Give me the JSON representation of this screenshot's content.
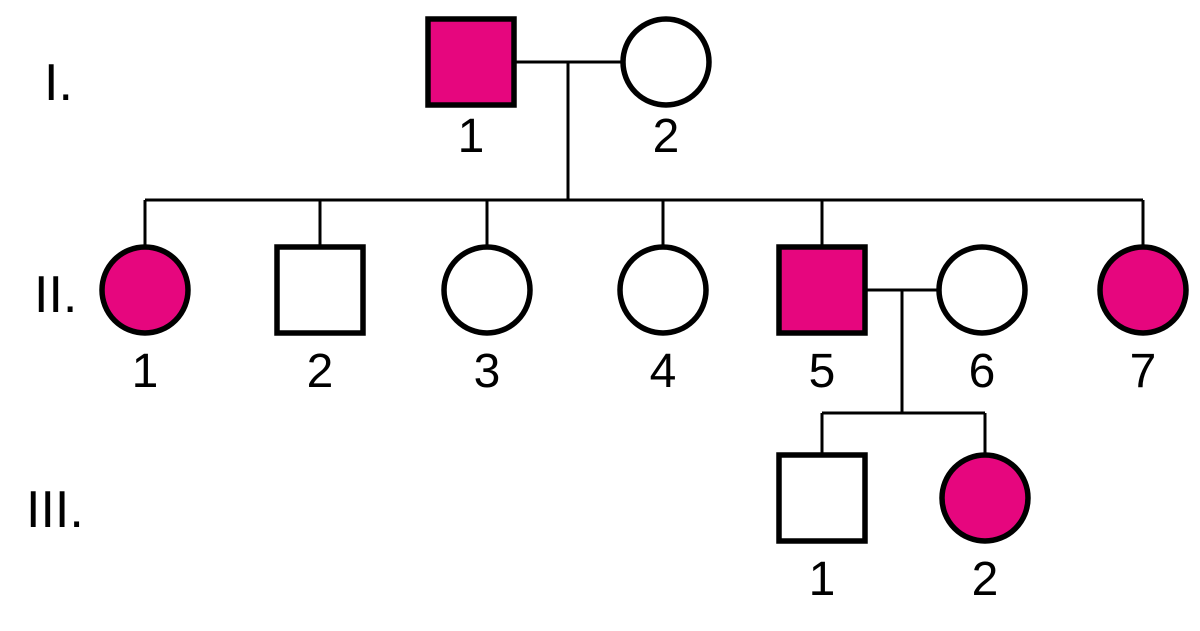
{
  "diagram": {
    "type": "pedigree-chart",
    "colors": {
      "affected_fill": "#E6067E",
      "unaffected_fill": "#FFFFFF",
      "stroke": "#000000",
      "text": "#000000",
      "background": "#FFFFFF"
    },
    "legend_semantics": {
      "square": "male",
      "circle": "female",
      "filled": "affected",
      "unfilled": "unaffected"
    },
    "generations": [
      {
        "label": "I.",
        "individuals": [
          {
            "id": "I-1",
            "label": "1",
            "sex": "male",
            "affected": true
          },
          {
            "id": "I-2",
            "label": "2",
            "sex": "female",
            "affected": false
          }
        ]
      },
      {
        "label": "II.",
        "individuals": [
          {
            "id": "II-1",
            "label": "1",
            "sex": "female",
            "affected": true
          },
          {
            "id": "II-2",
            "label": "2",
            "sex": "male",
            "affected": false
          },
          {
            "id": "II-3",
            "label": "3",
            "sex": "female",
            "affected": false
          },
          {
            "id": "II-4",
            "label": "4",
            "sex": "female",
            "affected": false
          },
          {
            "id": "II-5",
            "label": "5",
            "sex": "male",
            "affected": true
          },
          {
            "id": "II-6",
            "label": "6",
            "sex": "female",
            "affected": false
          },
          {
            "id": "II-7",
            "label": "7",
            "sex": "female",
            "affected": true
          }
        ]
      },
      {
        "label": "III.",
        "individuals": [
          {
            "id": "III-1",
            "label": "1",
            "sex": "male",
            "affected": false
          },
          {
            "id": "III-2",
            "label": "2",
            "sex": "female",
            "affected": true
          }
        ]
      }
    ],
    "matings": [
      {
        "partners": [
          "I-1",
          "I-2"
        ],
        "children": [
          "II-1",
          "II-2",
          "II-3",
          "II-4",
          "II-5",
          "II-7"
        ]
      },
      {
        "partners": [
          "II-5",
          "II-6"
        ],
        "children": [
          "III-1",
          "III-2"
        ]
      }
    ]
  }
}
